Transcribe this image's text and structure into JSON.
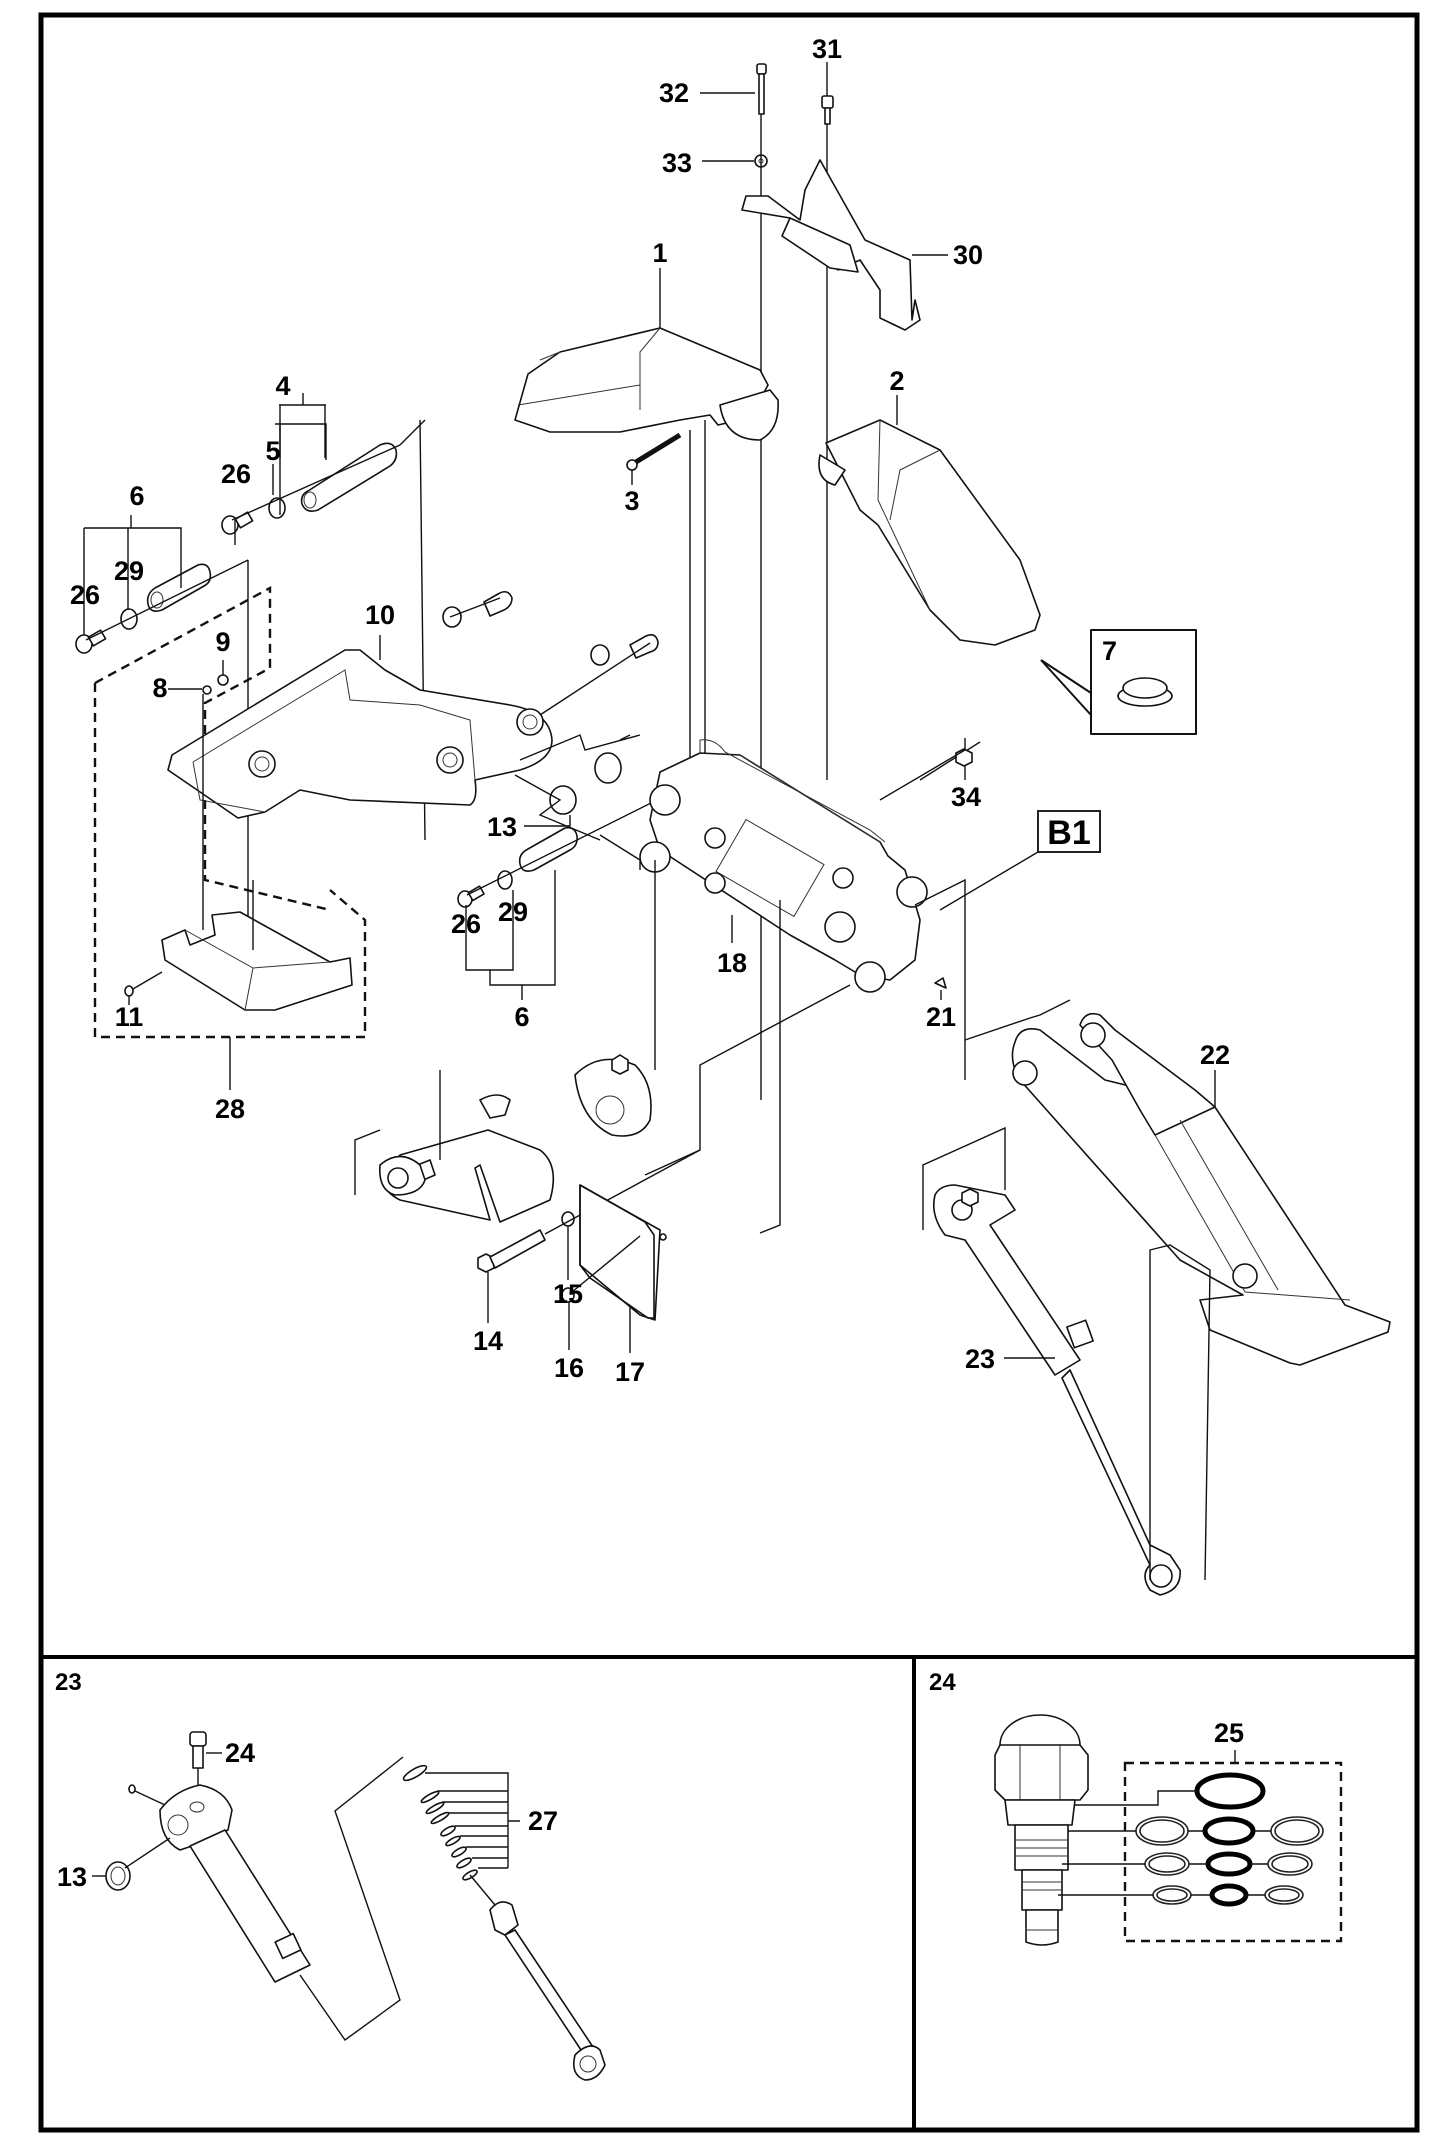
{
  "diagram": {
    "title": "Exploded parts diagram — outrigger / leg assembly",
    "reference_box": "B1",
    "main_labels": [
      "1",
      "2",
      "3",
      "4",
      "5",
      "26",
      "6",
      "29",
      "26",
      "9",
      "8",
      "10",
      "7",
      "34",
      "13",
      "26",
      "29",
      "6",
      "18",
      "21",
      "11",
      "28",
      "22",
      "14",
      "15",
      "16",
      "17",
      "23",
      "30",
      "31",
      "32",
      "33"
    ],
    "callouts": {
      "p1": "1",
      "p2": "2",
      "p3": "3",
      "p4": "4",
      "p5": "5",
      "p6a": "6",
      "p6b": "6",
      "p7": "7",
      "p8": "8",
      "p9": "9",
      "p10": "10",
      "p11": "11",
      "p13": "13",
      "p14": "14",
      "p15": "15",
      "p16": "16",
      "p17": "17",
      "p18": "18",
      "p21": "21",
      "p22": "22",
      "p23": "23",
      "p26a": "26",
      "p26b": "26",
      "p26c": "26",
      "p28": "28",
      "p29a": "29",
      "p29b": "29",
      "p30": "30",
      "p31": "31",
      "p32": "32",
      "p33": "33",
      "p34": "34"
    },
    "detail_panels": [
      {
        "title": "23",
        "callouts": {
          "p24": "24",
          "p13": "13",
          "p27": "27"
        }
      },
      {
        "title": "24",
        "callouts": {
          "p25": "25"
        }
      }
    ]
  }
}
